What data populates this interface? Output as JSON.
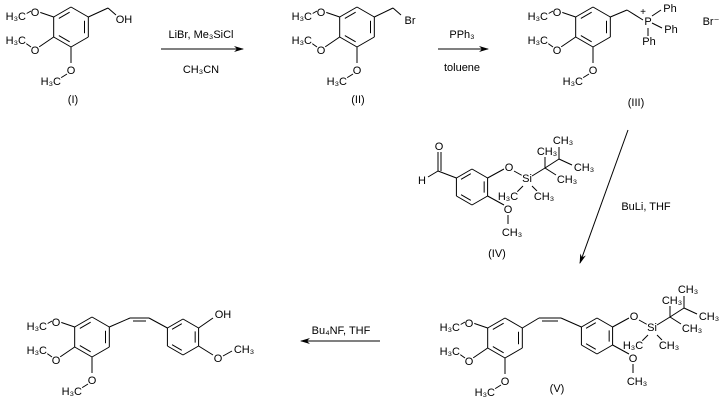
{
  "atoms": {
    "H3C": "H₃C",
    "CH3": "CH₃",
    "O": "O",
    "OH": "OH",
    "Br": "Br",
    "P": "P",
    "plus": "+",
    "Ph": "Ph",
    "H": "H",
    "Si": "Si",
    "bromide": "Br⁻"
  },
  "compounds": {
    "I": "(I)",
    "II": "(II)",
    "III": "(III)",
    "IV": "(IV)",
    "V": "(V)"
  },
  "steps": [
    {
      "above": "LiBr, Me₃SiCl",
      "below": "CH₃CN"
    },
    {
      "above": "PPh₃",
      "below": "toluene"
    },
    {
      "side": "BuLi, THF"
    },
    {
      "above": "Bu₄NF, THF"
    }
  ]
}
